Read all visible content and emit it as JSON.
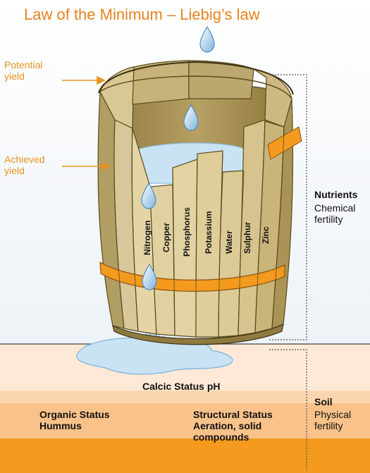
{
  "title": "Law of the Minimum – Liebig’s law",
  "labels": {
    "potential_yield": "Potential yield",
    "achieved_yield": "Achieved yield"
  },
  "staves": [
    "Nitrogen",
    "Copper",
    "Phosphorus",
    "Potassium",
    "Water",
    "Sulphur",
    "Zinc"
  ],
  "nutrients": {
    "heading": "Nutrients",
    "subtitle": "Chemical fertility"
  },
  "soil": {
    "heading": "Soil",
    "subtitle": "Physical fertility"
  },
  "soil_layers": {
    "calcic": "Calcic Status pH",
    "organic": "Organic Status Hummus",
    "structural": "Structural Status Aeration, solid compounds"
  },
  "colors": {
    "title": "#e7821e",
    "hoop": "#f39a1f",
    "wood": "#d2c08a",
    "water": "#c9e3f4",
    "soil_light": "#fbe3cc",
    "soil_mid": "#f7c48f",
    "soil_dark": "#f39a1f"
  }
}
